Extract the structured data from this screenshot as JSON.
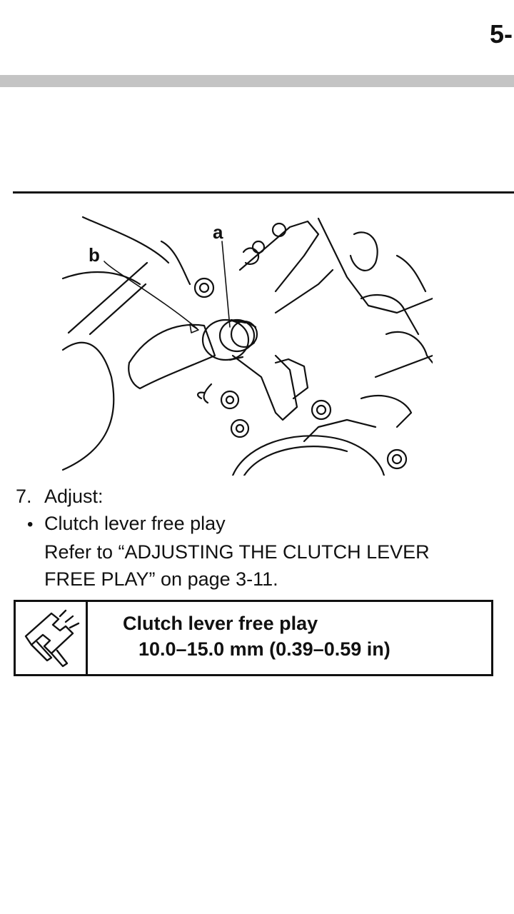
{
  "header": {
    "page_number": "5-"
  },
  "figure": {
    "callout_a": "a",
    "callout_b": "b"
  },
  "instructions": {
    "step_number": "7.",
    "step_text": "Adjust:",
    "bullet_glyph": "•",
    "bullet_text": "Clutch lever free play",
    "reference_line_1": "Refer to “ADJUSTING THE CLUTCH LEVER",
    "reference_line_2": "FREE PLAY” on page 3-11."
  },
  "spec_box": {
    "icon": "caliper-measurement-icon",
    "title": "Clutch lever free play",
    "value": "10.0–15.0 mm (0.39–0.59 in)"
  }
}
